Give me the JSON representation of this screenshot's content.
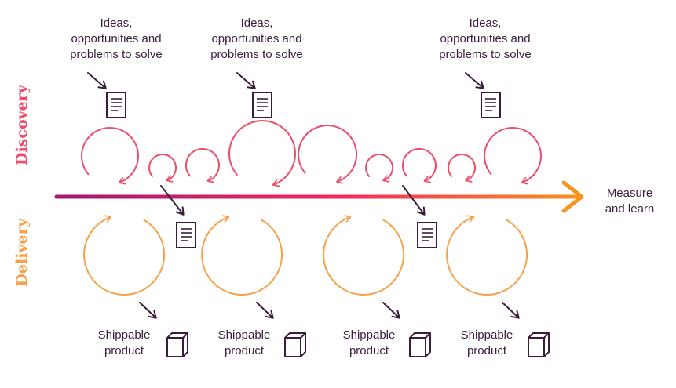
{
  "labels": {
    "discovery": "Discovery",
    "delivery": "Delivery",
    "measure": "Measure\nand learn",
    "ideas": [
      "Ideas,\nopportunities and\nproblems to solve",
      "Ideas,\nopportunities and\nproblems to solve",
      "Ideas,\nopportunities and\nproblems to solve"
    ],
    "shippable": [
      "Shippable\nproduct",
      "Shippable\nproduct",
      "Shippable\nproduct",
      "Shippable\nproduct"
    ]
  },
  "colors": {
    "discovery": "#ee4c69",
    "delivery": "#f7a24a",
    "text": "#3a1d3b",
    "arrow_start": "#a2176f",
    "arrow_mid": "#ef2d5e",
    "arrow_end": "#f7941d"
  },
  "icons": {
    "document": "document-icon",
    "box": "box-icon",
    "pointer": "diagonal-arrow-icon"
  }
}
